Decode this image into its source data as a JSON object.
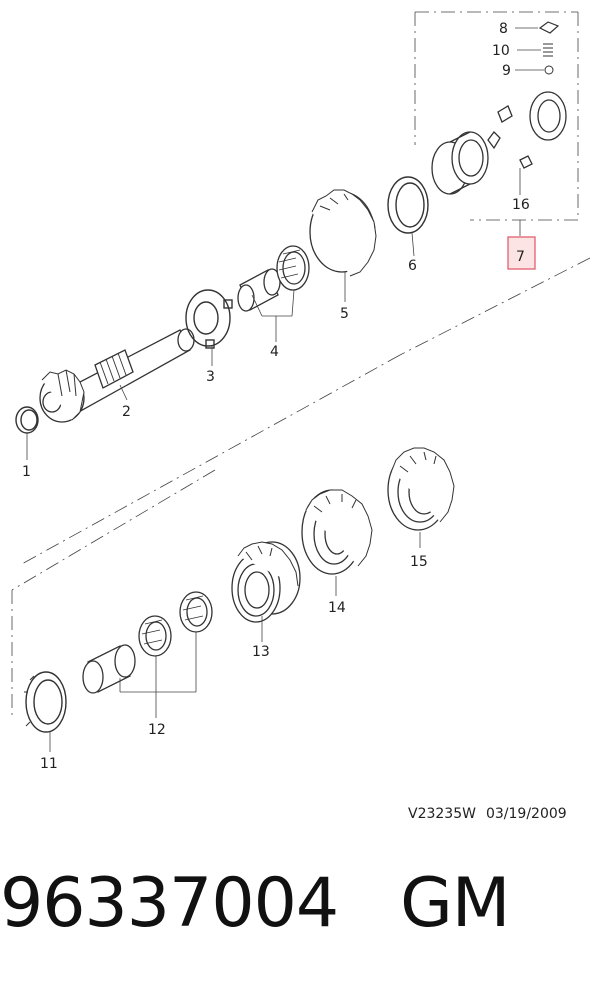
{
  "callouts": {
    "c1": "1",
    "c2": "2",
    "c3": "3",
    "c4": "4",
    "c5": "5",
    "c6": "6",
    "c7": "7",
    "c8": "8",
    "c9": "9",
    "c10": "10",
    "c11": "11",
    "c12": "12",
    "c13": "13",
    "c14": "14",
    "c15": "15",
    "c16": "16"
  },
  "reference": {
    "code": "V23235W",
    "date": "03/19/2009"
  },
  "part": {
    "number": "96337004",
    "brand": "GM"
  },
  "colors": {
    "line": "#333333",
    "highlight_fill": "#fde4e4",
    "highlight_stroke": "#e06070"
  }
}
